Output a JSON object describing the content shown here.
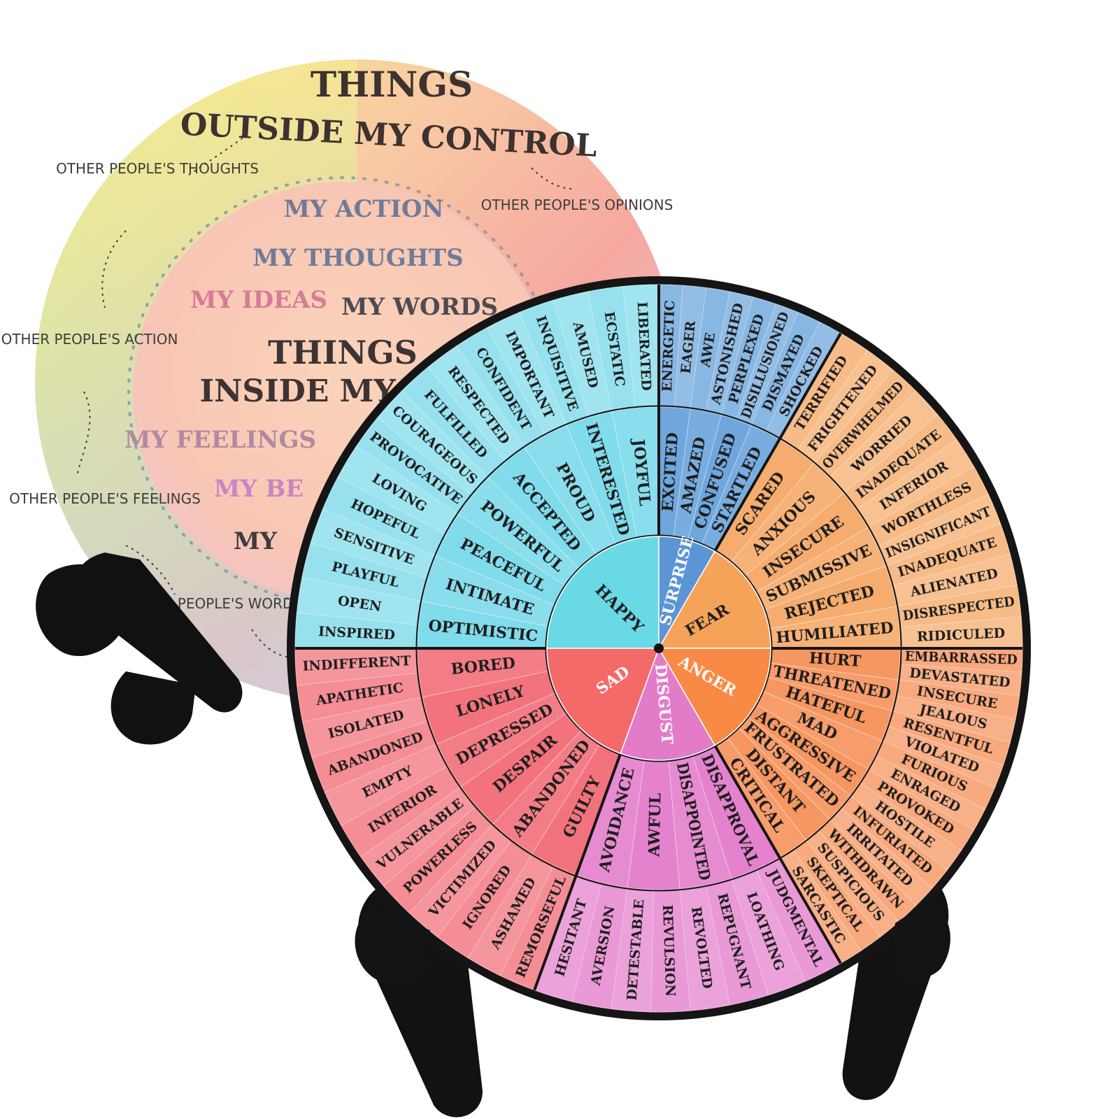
{
  "control_board": {
    "outer_title_line1": "THINGS",
    "outer_title_line2": "OUTSIDE  MY  CONTROL",
    "outer_labels": [
      "OTHER PEOPLE'S THOUGHTS",
      "OTHER PEOPLE'S OPINIONS",
      "OTHER PEOPLE'S ACTION",
      "OTHER PEOPLE'S FEELINGS",
      "OTHER PEOPLE'S WORDS"
    ],
    "inner_items": [
      "MY  ACTION",
      "MY  THOUGHTS",
      "MY  IDEAS",
      "MY  WORDS",
      "MY  FEELINGS",
      "MY  BE",
      "MY"
    ],
    "inner_title_line1": "THINGS",
    "inner_title_line2": "INSIDE MY CO"
  },
  "feelings_wheel": {
    "colors": {
      "happy": "#6fd6e8",
      "surprise": "#5b9bd8",
      "fear": "#f4a15a",
      "anger": "#f5884a",
      "disgust": "#e071c6",
      "sad": "#f0606b",
      "rim": "#151515"
    },
    "core": [
      {
        "label": "HAPPY",
        "from": 180,
        "to": 270,
        "color": "#6ad9e6"
      },
      {
        "label": "SURPRISE",
        "from": 270,
        "to": 300,
        "color": "#5b95d6"
      },
      {
        "label": "FEAR",
        "from": 300,
        "to": 360,
        "color": "#f6a35a"
      },
      {
        "label": "ANGER",
        "from": 0,
        "to": 60,
        "color": "#f98a45"
      },
      {
        "label": "DISGUST",
        "from": 60,
        "to": 110,
        "color": "#e37cc8"
      },
      {
        "label": "SAD",
        "from": 110,
        "to": 180,
        "color": "#f46a68"
      }
    ],
    "middle": [
      {
        "label": "OPTIMISTIC",
        "group": "happy"
      },
      {
        "label": "INTIMATE",
        "group": "happy"
      },
      {
        "label": "PEACEFUL",
        "group": "happy"
      },
      {
        "label": "POWERFUL",
        "group": "happy"
      },
      {
        "label": "ACCEPTED",
        "group": "happy"
      },
      {
        "label": "PROUD",
        "group": "happy"
      },
      {
        "label": "INTERESTED",
        "group": "happy"
      },
      {
        "label": "JOYFUL",
        "group": "happy"
      },
      {
        "label": "EXCITED",
        "group": "surprise"
      },
      {
        "label": "AMAZED",
        "group": "surprise"
      },
      {
        "label": "CONFUSED",
        "group": "surprise"
      },
      {
        "label": "STARTLED",
        "group": "surprise"
      },
      {
        "label": "SCARED",
        "group": "fear"
      },
      {
        "label": "ANXIOUS",
        "group": "fear"
      },
      {
        "label": "INSECURE",
        "group": "fear"
      },
      {
        "label": "SUBMISSIVE",
        "group": "fear"
      },
      {
        "label": "REJECTED",
        "group": "fear"
      },
      {
        "label": "HUMILIATED",
        "group": "fear"
      },
      {
        "label": "HURT",
        "group": "anger"
      },
      {
        "label": "THREATENED",
        "group": "anger"
      },
      {
        "label": "HATEFUL",
        "group": "anger"
      },
      {
        "label": "MAD",
        "group": "anger"
      },
      {
        "label": "AGGRESSIVE",
        "group": "anger"
      },
      {
        "label": "FRUSTRATED",
        "group": "anger"
      },
      {
        "label": "DISTANT",
        "group": "anger"
      },
      {
        "label": "CRITICAL",
        "group": "anger"
      },
      {
        "label": "DISAPPROVAL",
        "group": "disgust"
      },
      {
        "label": "DISAPPOINTED",
        "group": "disgust"
      },
      {
        "label": "AWFUL",
        "group": "disgust"
      },
      {
        "label": "AVOIDANCE",
        "group": "disgust"
      },
      {
        "label": "GUILTY",
        "group": "sad"
      },
      {
        "label": "ABANDONED",
        "group": "sad"
      },
      {
        "label": "DESPAIR",
        "group": "sad"
      },
      {
        "label": "DEPRESSED",
        "group": "sad"
      },
      {
        "label": "LONELY",
        "group": "sad"
      },
      {
        "label": "BORED",
        "group": "sad"
      }
    ],
    "outer": [
      {
        "label": "INSPIRED",
        "group": "happy"
      },
      {
        "label": "OPEN",
        "group": "happy"
      },
      {
        "label": "PLAYFUL",
        "group": "happy"
      },
      {
        "label": "SENSITIVE",
        "group": "happy"
      },
      {
        "label": "HOPEFUL",
        "group": "happy"
      },
      {
        "label": "LOVING",
        "group": "happy"
      },
      {
        "label": "PROVOCATIVE",
        "group": "happy"
      },
      {
        "label": "COURAGEOUS",
        "group": "happy"
      },
      {
        "label": "FULFILLED",
        "group": "happy"
      },
      {
        "label": "RESPECTED",
        "group": "happy"
      },
      {
        "label": "CONFIDENT",
        "group": "happy"
      },
      {
        "label": "IMPORTANT",
        "group": "happy"
      },
      {
        "label": "INQUISITIVE",
        "group": "happy"
      },
      {
        "label": "AMUSED",
        "group": "happy"
      },
      {
        "label": "ECSTATIC",
        "group": "happy"
      },
      {
        "label": "LIBERATED",
        "group": "happy"
      },
      {
        "label": "ENERGETIC",
        "group": "surprise"
      },
      {
        "label": "EAGER",
        "group": "surprise"
      },
      {
        "label": "AWE",
        "group": "surprise"
      },
      {
        "label": "ASTONISHED",
        "group": "surprise"
      },
      {
        "label": "PERPLEXED",
        "group": "surprise"
      },
      {
        "label": "DISILLUSIONED",
        "group": "surprise"
      },
      {
        "label": "DISMAYED",
        "group": "surprise"
      },
      {
        "label": "SHOCKED",
        "group": "surprise"
      },
      {
        "label": "TERRIFIED",
        "group": "fear"
      },
      {
        "label": "FRIGHTENED",
        "group": "fear"
      },
      {
        "label": "OVERWHELMED",
        "group": "fear"
      },
      {
        "label": "WORRIED",
        "group": "fear"
      },
      {
        "label": "INADEQUATE",
        "group": "fear"
      },
      {
        "label": "INFERIOR",
        "group": "fear"
      },
      {
        "label": "WORTHLESS",
        "group": "fear"
      },
      {
        "label": "INSIGNIFICANT",
        "group": "fear"
      },
      {
        "label": "INADEQUATE",
        "group": "fear"
      },
      {
        "label": "ALIENATED",
        "group": "fear"
      },
      {
        "label": "DISRESPECTED",
        "group": "fear"
      },
      {
        "label": "RIDICULED",
        "group": "fear"
      },
      {
        "label": "EMBARRASSED",
        "group": "anger"
      },
      {
        "label": "DEVASTATED",
        "group": "anger"
      },
      {
        "label": "INSECURE",
        "group": "anger"
      },
      {
        "label": "JEALOUS",
        "group": "anger"
      },
      {
        "label": "RESENTFUL",
        "group": "anger"
      },
      {
        "label": "VIOLATED",
        "group": "anger"
      },
      {
        "label": "FURIOUS",
        "group": "anger"
      },
      {
        "label": "ENRAGED",
        "group": "anger"
      },
      {
        "label": "PROVOKED",
        "group": "anger"
      },
      {
        "label": "HOSTILE",
        "group": "anger"
      },
      {
        "label": "INFURIATED",
        "group": "anger"
      },
      {
        "label": "IRRITATED",
        "group": "anger"
      },
      {
        "label": "WITHDRAWN",
        "group": "anger"
      },
      {
        "label": "SUSPICIOUS",
        "group": "anger"
      },
      {
        "label": "SKEPTICAL",
        "group": "anger"
      },
      {
        "label": "SARCASTIC",
        "group": "anger"
      },
      {
        "label": "JUDGMENTAL",
        "group": "disgust"
      },
      {
        "label": "LOATHING",
        "group": "disgust"
      },
      {
        "label": "REPUGNANT",
        "group": "disgust"
      },
      {
        "label": "REVOLTED",
        "group": "disgust"
      },
      {
        "label": "REVULSION",
        "group": "disgust"
      },
      {
        "label": "DETESTABLE",
        "group": "disgust"
      },
      {
        "label": "AVERSION",
        "group": "disgust"
      },
      {
        "label": "HESITANT",
        "group": "disgust"
      },
      {
        "label": "REMORSEFUL",
        "group": "sad"
      },
      {
        "label": "ASHAMED",
        "group": "sad"
      },
      {
        "label": "IGNORED",
        "group": "sad"
      },
      {
        "label": "VICTIMIZED",
        "group": "sad"
      },
      {
        "label": "POWERLESS",
        "group": "sad"
      },
      {
        "label": "VULNERABLE",
        "group": "sad"
      },
      {
        "label": "INFERIOR",
        "group": "sad"
      },
      {
        "label": "EMPTY",
        "group": "sad"
      },
      {
        "label": "ABANDONED",
        "group": "sad"
      },
      {
        "label": "ISOLATED",
        "group": "sad"
      },
      {
        "label": "APATHETIC",
        "group": "sad"
      },
      {
        "label": "INDIFFERENT",
        "group": "sad"
      }
    ]
  }
}
